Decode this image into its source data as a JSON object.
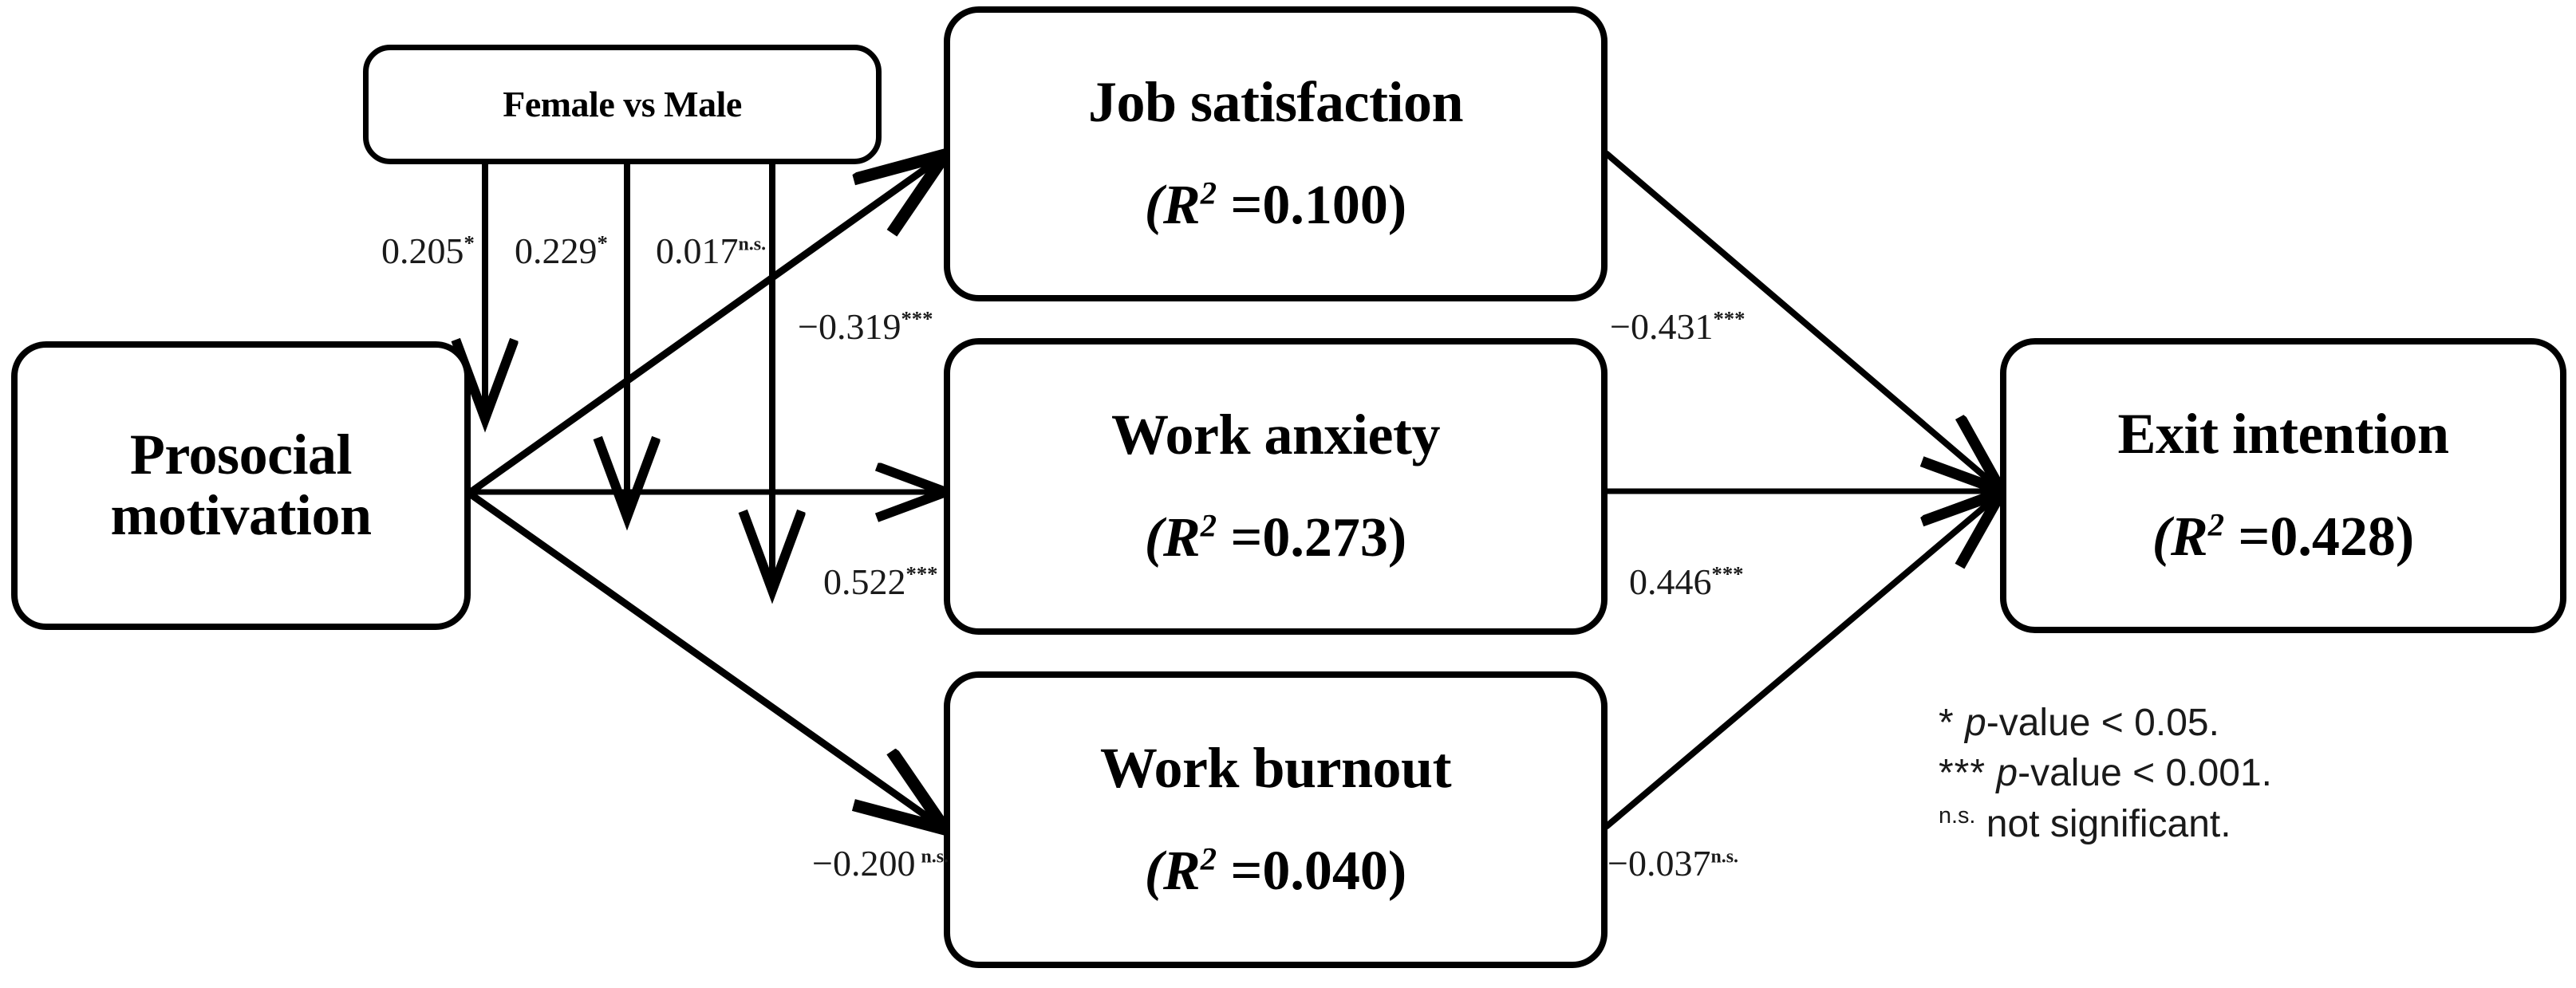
{
  "diagram": {
    "type": "path-model",
    "title": "",
    "nodes": [
      {
        "id": "prosocial",
        "label": "Prosocial\nmotivation",
        "r2": null
      },
      {
        "id": "gender",
        "label": "Female vs Male",
        "r2": null
      },
      {
        "id": "job_satisfaction",
        "label": "Job satisfaction",
        "r2_prefix": "(R",
        "r2_sup": "2",
        "r2_value": " =0.100)"
      },
      {
        "id": "work_anxiety",
        "label": "Work anxiety",
        "r2_prefix": "(R",
        "r2_sup": "2",
        "r2_value": " =0.273)"
      },
      {
        "id": "work_burnout",
        "label": "Work burnout",
        "r2_prefix": "(R",
        "r2_sup": "2",
        "r2_value": " =0.040)"
      },
      {
        "id": "exit_intention",
        "label": "Exit intention",
        "r2_prefix": "(R",
        "r2_sup": "2",
        "r2_value": " =0.428)"
      }
    ],
    "edges": [
      {
        "from": "gender",
        "to": "job_satisfaction",
        "coef": "0.205",
        "sig": "*",
        "sig_type": "star"
      },
      {
        "from": "gender",
        "to": "work_anxiety",
        "coef": "0.229",
        "sig": "*",
        "sig_type": "star"
      },
      {
        "from": "gender",
        "to": "work_burnout",
        "coef": "0.017",
        "sig": "n.s.",
        "sig_type": "ns"
      },
      {
        "from": "prosocial",
        "to": "job_satisfaction",
        "coef": "−0.319",
        "sig": "***",
        "sig_type": "star"
      },
      {
        "from": "prosocial",
        "to": "work_anxiety",
        "coef": "0.522",
        "sig": "***",
        "sig_type": "star"
      },
      {
        "from": "prosocial",
        "to": "work_burnout",
        "coef": "−0.200",
        "sig": "n.s.",
        "sig_type": "ns"
      },
      {
        "from": "job_satisfaction",
        "to": "exit_intention",
        "coef": "−0.431",
        "sig": "***",
        "sig_type": "star"
      },
      {
        "from": "work_anxiety",
        "to": "exit_intention",
        "coef": "0.446",
        "sig": "***",
        "sig_type": "star"
      },
      {
        "from": "work_burnout",
        "to": "exit_intention",
        "coef": "−0.037",
        "sig": "n.s.",
        "sig_type": "ns"
      }
    ]
  },
  "labels": {
    "prosocial_title": "Prosocial\nmotivation",
    "gender_title": "Female vs Male",
    "job_satisfaction_title": "Job satisfaction",
    "job_satisfaction_r2_open": "(R",
    "job_satisfaction_r2_sup": "2",
    "job_satisfaction_r2_rest": " =0.100)",
    "work_anxiety_title": "Work anxiety",
    "work_anxiety_r2_open": "(R",
    "work_anxiety_r2_sup": "2",
    "work_anxiety_r2_rest": " =0.273)",
    "work_burnout_title": "Work burnout",
    "work_burnout_r2_open": "(R",
    "work_burnout_r2_sup": "2",
    "work_burnout_r2_rest": " =0.040)",
    "exit_intention_title": "Exit intention",
    "exit_intention_r2_open": "(R",
    "exit_intention_r2_sup": "2",
    "exit_intention_r2_rest": " =0.428)"
  },
  "edge_labels": {
    "gender_to_job": {
      "coef": "0.205",
      "sig": "*"
    },
    "gender_to_anxiety": {
      "coef": "0.229",
      "sig": "*"
    },
    "gender_to_burnout": {
      "coef": "0.017",
      "sig": "n.s."
    },
    "prosocial_to_job": {
      "coef": "−0.319",
      "sig": "***"
    },
    "prosocial_to_anxiety": {
      "coef": "0.522",
      "sig": "***"
    },
    "prosocial_to_burnout": {
      "coef": "−0.200",
      "sig": "n.s."
    },
    "job_to_exit": {
      "coef": "−0.431",
      "sig": "***"
    },
    "anxiety_to_exit": {
      "coef": "0.446",
      "sig": "***"
    },
    "burnout_to_exit": {
      "coef": "−0.037",
      "sig": "n.s."
    }
  },
  "legend": {
    "line1_mark": "*",
    "line1_italic": "p",
    "line1_rest": "-value < 0.05.",
    "line2_mark": "***",
    "line2_italic": "p",
    "line2_rest": "-value < 0.001.",
    "line3_mark": "n.s.",
    "line3_rest": " not significant."
  },
  "colors": {
    "stroke": "#000000",
    "text": "#000000",
    "legend_text": "#1a1a1a",
    "background": "#ffffff"
  }
}
